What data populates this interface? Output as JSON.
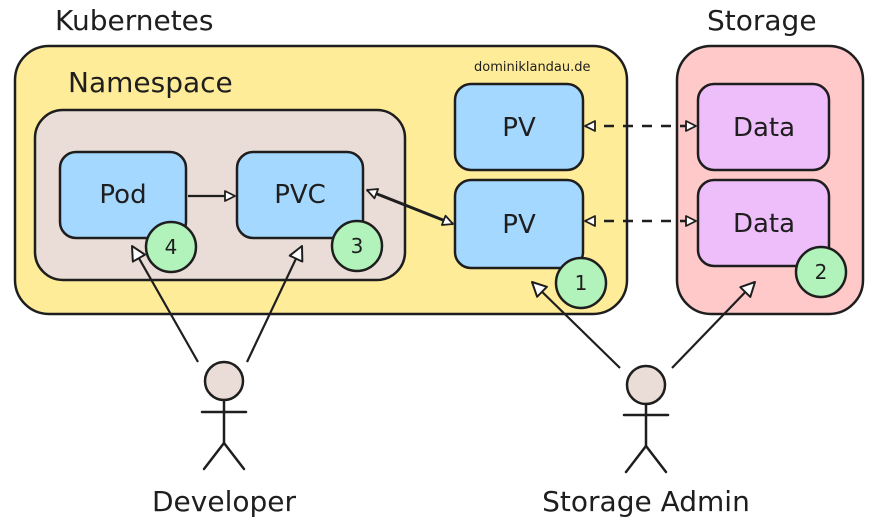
{
  "colors": {
    "kubernetes_fill": "#ffec99",
    "namespace_fill": "#eaddd7",
    "storage_fill": "#ffc9c9",
    "k8s_object_fill": "#a5d8ff",
    "data_fill": "#eebefa",
    "badge_fill": "#b2f2bb",
    "person_fill": "#eaddd7",
    "stroke": "#1e1e1e"
  },
  "kubernetes": {
    "title": "Kubernetes",
    "watermark": "dominiklandau.de",
    "namespace": {
      "title": "Namespace",
      "pod": {
        "label": "Pod",
        "step": "4"
      },
      "pvc": {
        "label": "PVC",
        "step": "3"
      }
    },
    "pv_top": {
      "label": "PV"
    },
    "pv_bottom": {
      "label": "PV",
      "step": "1"
    }
  },
  "storage": {
    "title": "Storage",
    "data_top": {
      "label": "Data"
    },
    "data_bottom": {
      "label": "Data",
      "step": "2"
    }
  },
  "actors": {
    "developer": {
      "label": "Developer"
    },
    "storage_admin": {
      "label": "Storage Admin"
    }
  }
}
